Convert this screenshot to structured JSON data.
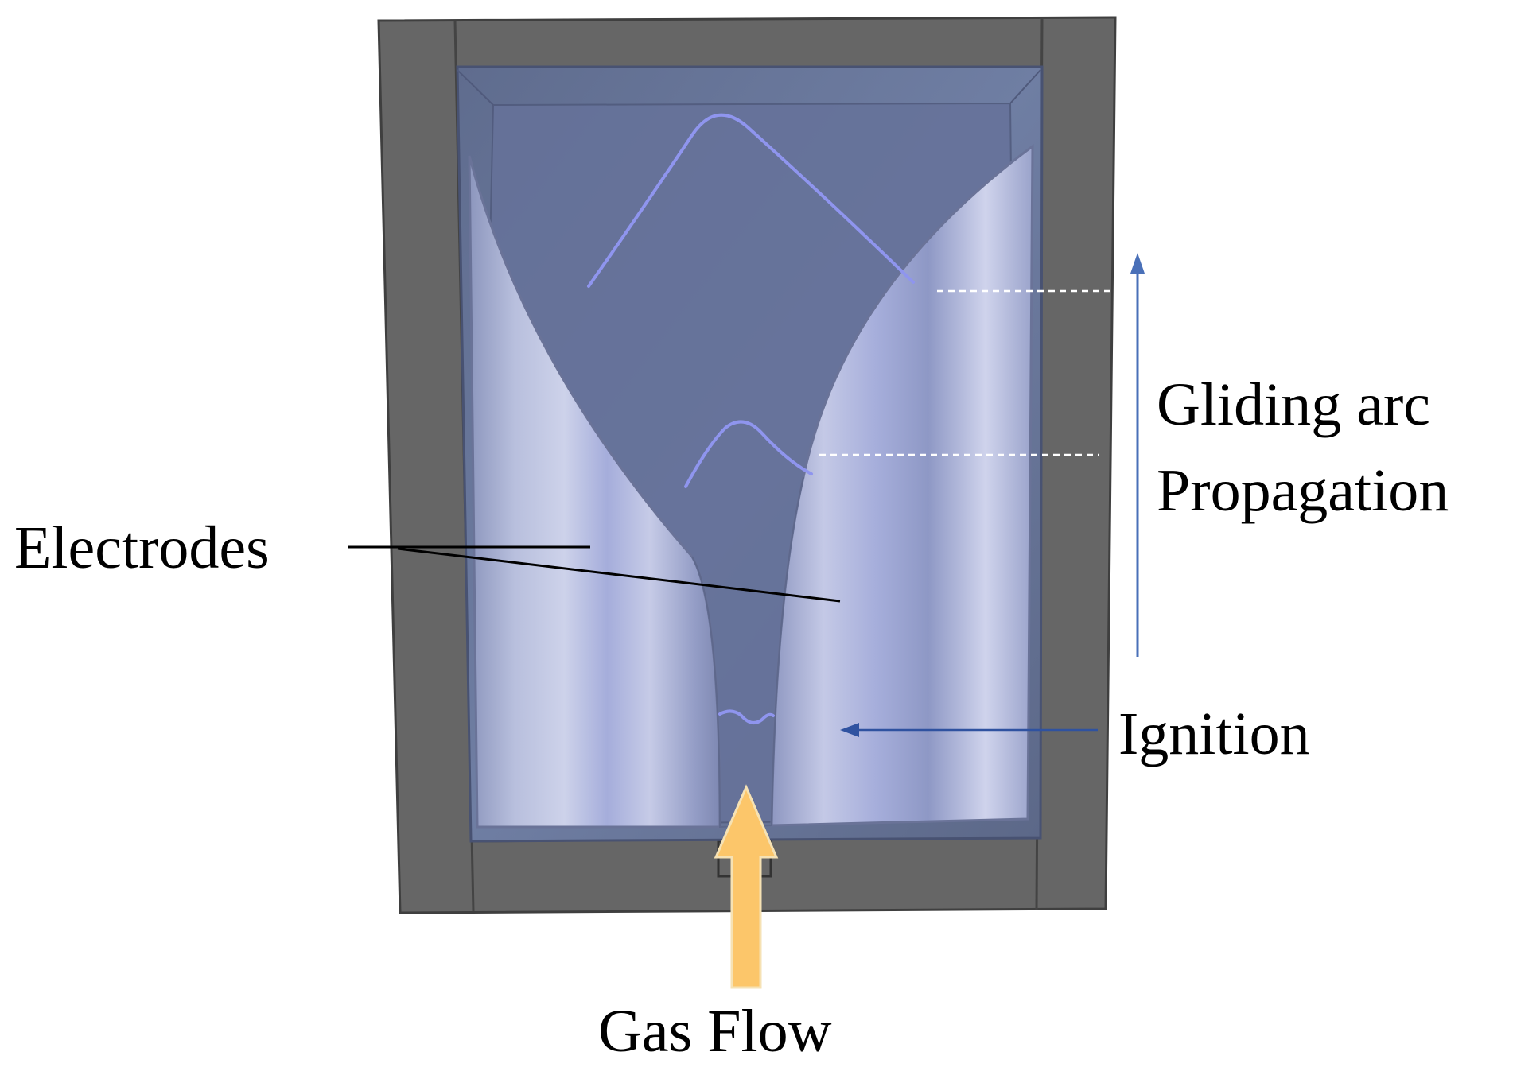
{
  "labels": {
    "electrodes": "Electrodes",
    "gliding_arc_line1": "Gliding arc",
    "gliding_arc_line2": "Propagation",
    "ignition": "Ignition",
    "gas_flow": "Gas Flow"
  },
  "colors": {
    "frame": "#666666",
    "frame_edge": "#3f3f3f",
    "chamber": "#6d7b99",
    "chamber_inner": "#66739a",
    "electrode_light": "#c8cde6",
    "electrode_mid": "#9aa3c6",
    "arc": "#8f95ee",
    "propagation_arrow": "#4a70b8",
    "ignition_arrow": "#2f52a0",
    "gas_arrow_fill": "#fcc66a",
    "gas_arrow_stroke": "#f6e2b4",
    "leader_line": "#000000",
    "guide_line": "#ffffff"
  },
  "icons": {
    "gas_inlet": "up-arrow-icon"
  }
}
